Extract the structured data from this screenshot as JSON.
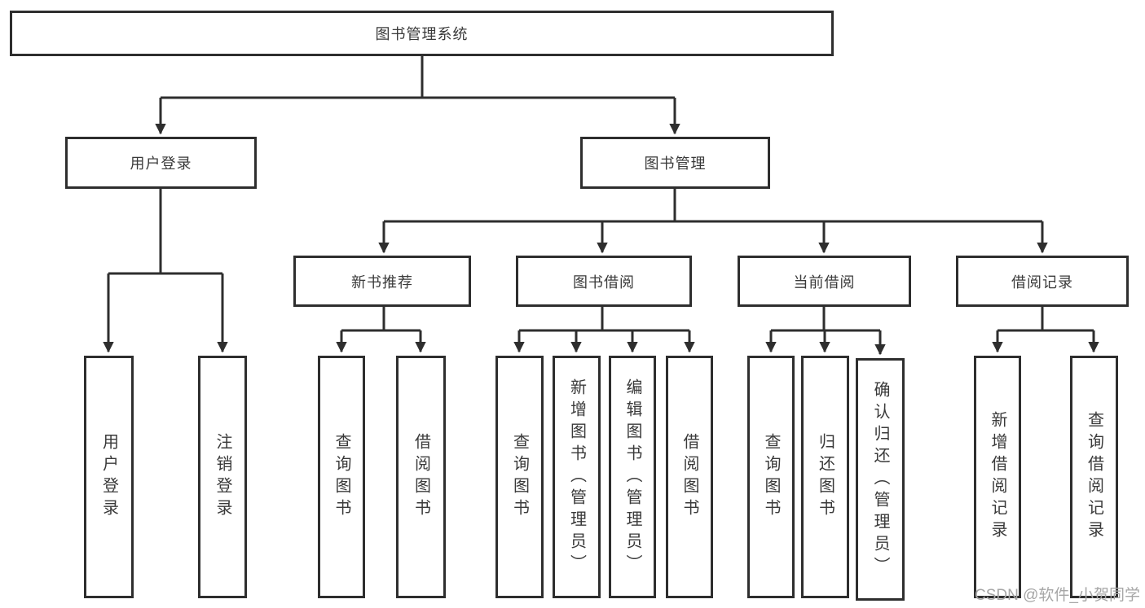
{
  "diagram": {
    "type": "hierarchy-function-structure",
    "colors": {
      "line": "#2e2e2e",
      "box_border": "#2e2e2e",
      "box_fill": "#ffffff",
      "text": "#3a3a3a",
      "watermark": "#a6a6a6",
      "background": "#ffffff"
    }
  },
  "tree": {
    "label": "图书管理系统",
    "children": [
      {
        "label": "用户登录",
        "children": [
          {
            "label": "用户登录"
          },
          {
            "label": "注销登录"
          }
        ]
      },
      {
        "label": "图书管理",
        "children": [
          {
            "label": "新书推荐",
            "children": [
              {
                "label": "查询图书"
              },
              {
                "label": "借阅图书"
              }
            ]
          },
          {
            "label": "图书借阅",
            "children": [
              {
                "label": "查询图书"
              },
              {
                "label": "新增图书（管理员）"
              },
              {
                "label": "编辑图书（管理员）"
              },
              {
                "label": "借阅图书"
              }
            ]
          },
          {
            "label": "当前借阅",
            "children": [
              {
                "label": "查询图书"
              },
              {
                "label": "归还图书"
              },
              {
                "label": "确认归还（管理员）"
              }
            ]
          },
          {
            "label": "借阅记录",
            "children": [
              {
                "label": "新增借阅记录"
              },
              {
                "label": "查询借阅记录"
              }
            ]
          }
        ]
      }
    ]
  },
  "watermark": {
    "text": "CSDN @软件_小贺同学"
  }
}
